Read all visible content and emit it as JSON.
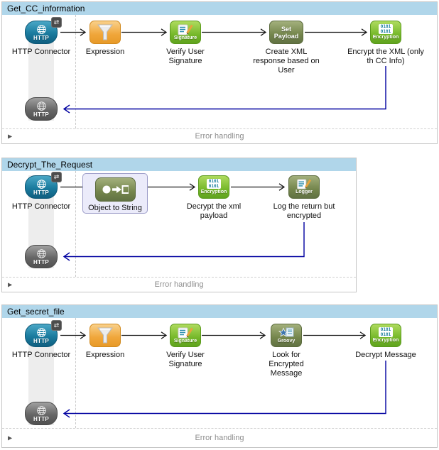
{
  "flows": [
    {
      "title": "Get_CC_information",
      "error_handling": "Error handling",
      "components": [
        {
          "type": "http-connector",
          "label": "HTTP Connector"
        },
        {
          "type": "expression",
          "label": "Expression"
        },
        {
          "type": "signature",
          "label": "Verify User Signature"
        },
        {
          "type": "set-payload",
          "label": "Create XML response based on User"
        },
        {
          "type": "encryption",
          "label": "Encrypt the XML (only th CC Info)"
        }
      ]
    },
    {
      "title": "Decrypt_The_Request",
      "error_handling": "Error handling",
      "components": [
        {
          "type": "http-connector",
          "label": "HTTP Connector"
        },
        {
          "type": "object-to-string",
          "label": "Object to String",
          "selected": true
        },
        {
          "type": "encryption",
          "label": "Decrypt the xml payload"
        },
        {
          "type": "logger",
          "label": "Log the return but encrypted"
        }
      ]
    },
    {
      "title": "Get_secret_file",
      "error_handling": "Error handling",
      "components": [
        {
          "type": "http-connector",
          "label": "HTTP Connector"
        },
        {
          "type": "expression",
          "label": "Expression"
        },
        {
          "type": "signature",
          "label": "Verify User Signature"
        },
        {
          "type": "groovy",
          "label": "Look for Encrypted Message"
        },
        {
          "type": "encryption",
          "label": "Decrypt Message"
        }
      ]
    }
  ],
  "icons": {
    "http": "HTTP",
    "signature": "Signature",
    "encryption": "Encryption",
    "bits": "0101",
    "set_payload_1": "Set",
    "set_payload_2": "Payload",
    "logger": "Logger",
    "groovy": "Groovy",
    "two_way_badge": "⇄",
    "expand_triangle": "▶"
  },
  "colors": {
    "flow_header": "#b0d6ea",
    "return_arrow": "#0000a0",
    "message_arrow": "#1a1a1a",
    "green_icon": "#76b82a",
    "olive_icon": "#74854c",
    "orange_icon": "#f0a63a",
    "http_blue_icon": "#1a7b9e",
    "http_gray_icon": "#666666",
    "selection_background": "#ebebfa",
    "selection_border": "#9c9cc8"
  }
}
